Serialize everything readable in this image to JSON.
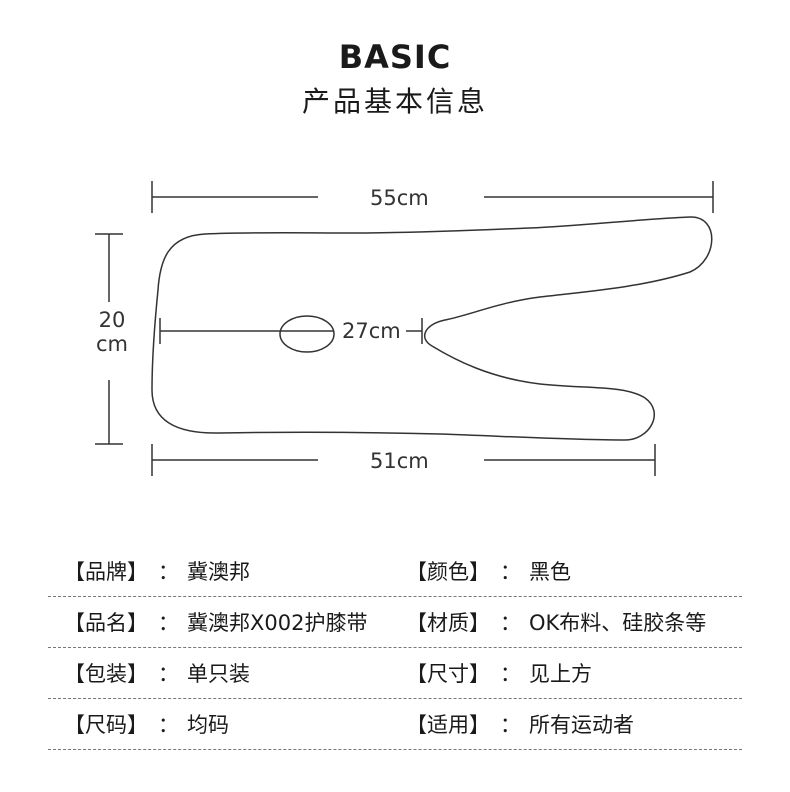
{
  "header": {
    "title": "BASIC",
    "subtitle": "产品基本信息"
  },
  "diagram": {
    "top_width": "55cm",
    "middle_length": "27cm",
    "bottom_width": "51cm",
    "height_value": "20",
    "height_unit": "cm"
  },
  "specs": [
    {
      "label": "【品牌】",
      "sep": "：",
      "value": "冀澳邦"
    },
    {
      "label": "【颜色】",
      "sep": "：",
      "value": "黑色"
    },
    {
      "label": "【品名】",
      "sep": "：",
      "value": "冀澳邦X002护膝带"
    },
    {
      "label": "【材质】",
      "sep": "：",
      "value": "OK布料、硅胶条等"
    },
    {
      "label": "【包装】",
      "sep": "：",
      "value": "单只装"
    },
    {
      "label": "【尺寸】",
      "sep": "：",
      "value": "见上方"
    },
    {
      "label": "【尺码】",
      "sep": "：",
      "value": "均码"
    },
    {
      "label": "【适用】",
      "sep": "：",
      "value": "所有运动者"
    }
  ]
}
